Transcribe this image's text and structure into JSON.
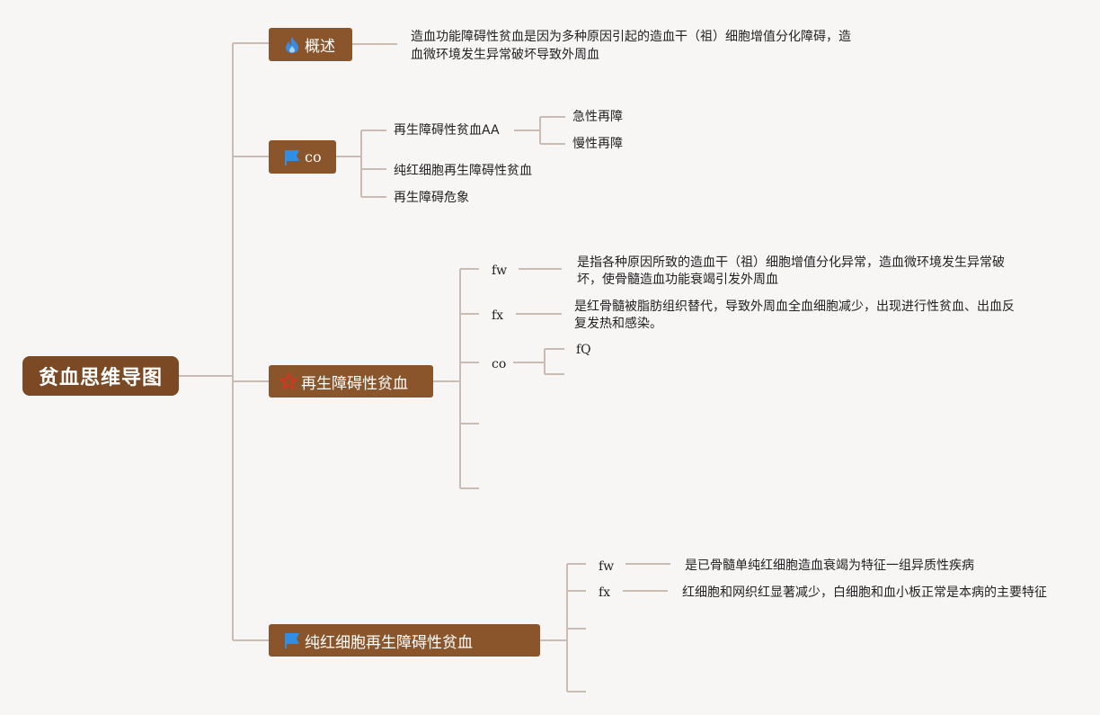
{
  "root": {
    "label": "贫血思维导图"
  },
  "branches": {
    "overview": {
      "label": "概述",
      "icon": "flame-icon",
      "text_line1": "造血功能障碍性贫血是因为多种原因引起的造血干（祖）细胞增值分化障碍，造",
      "text_line2": "血微环境发生异常破坏导致外周血"
    },
    "co": {
      "label": "co",
      "icon": "flag-icon",
      "items": [
        {
          "label": "再生障碍性贫血AA",
          "children": [
            "急性再障",
            "慢性再障"
          ]
        },
        {
          "label": "纯红细胞再生障碍性贫血"
        },
        {
          "label": "再生障碍危象"
        }
      ]
    },
    "aplastic": {
      "label": "再生障碍性贫血",
      "icon": "star-icon",
      "fw": {
        "label": "fw",
        "line1": "是指各种原因所致的造血干（祖）细胞增值分化异常，造血微环境发生异常破",
        "line2": "坏，使骨髓造血功能衰竭引发外周血"
      },
      "fx": {
        "label": "fx",
        "line1": "是红骨髓被脂肪组织替代，导致外周血全血细胞减少，出现进行性贫血、出血反",
        "line2": "复发热和感染。"
      },
      "co": {
        "label": "co",
        "child": "fQ"
      }
    },
    "pure_red": {
      "label": "纯红细胞再生障碍性贫血",
      "icon": "flag-icon",
      "fw": {
        "label": "fw",
        "text": "是已骨髓单纯红细胞造血衰竭为特征一组异质性疾病"
      },
      "fx": {
        "label": "fx",
        "text": "红细胞和网织红显著减少，白细胞和血小板正常是本病的主要特征"
      }
    }
  },
  "colors": {
    "root_bg": "#7b4a25",
    "branch_bg": "#8a552b",
    "line": "#c9bcb4",
    "background": "#f8f6f5",
    "flame": "#3a8be0",
    "flag": "#2f8ee6",
    "star": "#d8351e"
  }
}
